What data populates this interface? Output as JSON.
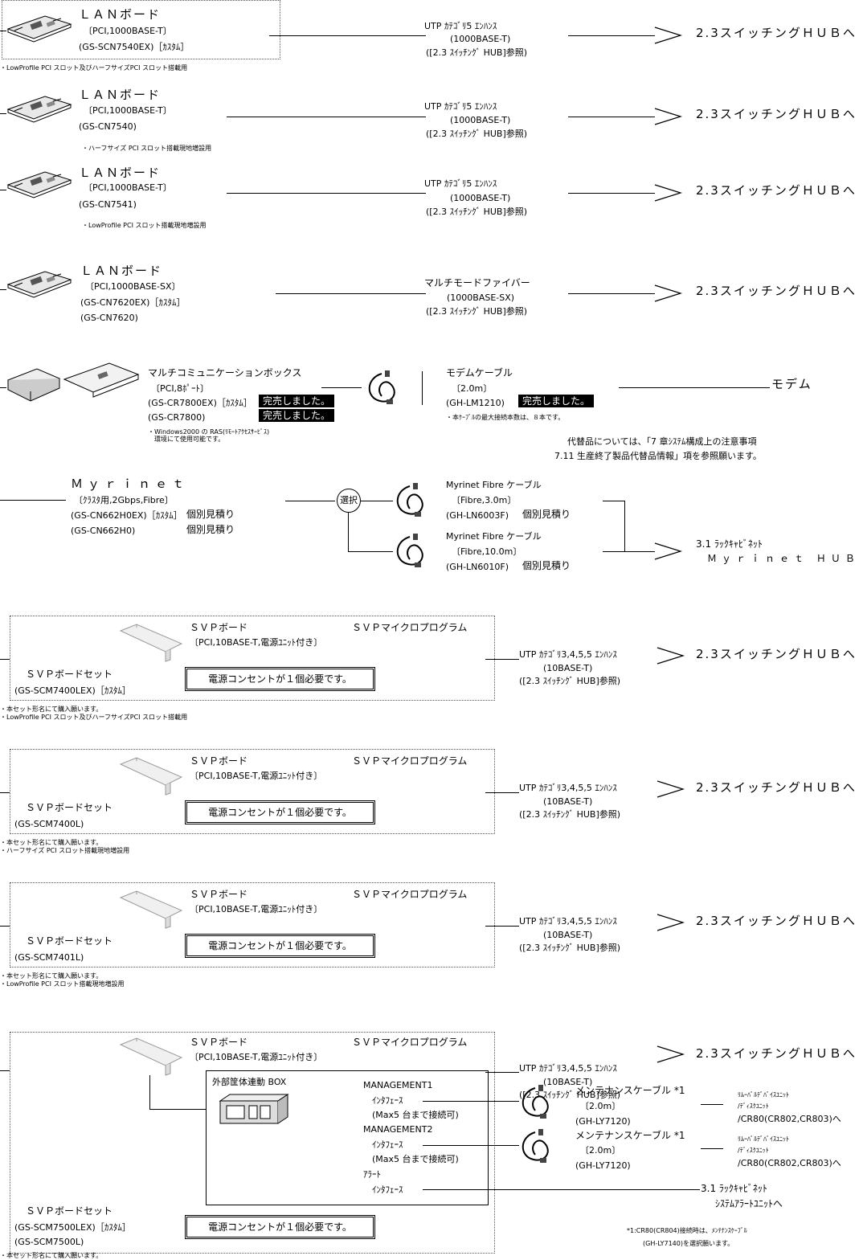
{
  "lan1": {
    "name": "ＬＡＮボード",
    "spec": "〔PCI,1000BASE-T〕",
    "model": "(GS-SCN7540EX)［ｶｽﾀﾑ］",
    "note": "・LowProfile PCI スロット及びハーフサイズPCI スロット搭載用"
  },
  "lan2": {
    "name": "ＬＡＮボード",
    "spec": "〔PCI,1000BASE-T〕",
    "model": "(GS-CN7540)",
    "note": "・ハーフサイズ PCI スロット搭載現地増設用"
  },
  "lan3": {
    "name": "ＬＡＮボード",
    "spec": "〔PCI,1000BASE-T〕",
    "model": "(GS-CN7541)",
    "note": "・LowProfile PCI スロット搭載現地増設用"
  },
  "lan4": {
    "name": "ＬＡＮボード",
    "spec": "〔PCI,1000BASE-SX〕",
    "model1": "(GS-CN7620EX)［ｶｽﾀﾑ］",
    "model2": "(GS-CN7620)"
  },
  "utp5": {
    "l1": "UTP ｶﾃｺﾞﾘ5 ｴﾝﾊﾝｽ",
    "l2": "(1000BASE-T)",
    "l3": "([2.3 ｽｲｯﾁﾝｸﾞ HUB]参照)"
  },
  "fiber": {
    "l1": "マルチモードファイバー",
    "l2": "(1000BASE-SX)",
    "l3": "([2.3 ｽｲｯﾁﾝｸﾞ HUB]参照)"
  },
  "hub": "2.3スイッチングＨＵＢへ",
  "mcb": {
    "name": "マルチコミュニケーションボックス",
    "spec": "〔PCI,8ﾎﾟｰﾄ〕",
    "model1": "(GS-CR7800EX)［ｶｽﾀﾑ］",
    "model2": "(GS-CR7800)",
    "sold": "完売しました。",
    "note1": "・Windows2000 の RAS(ﾘﾓｰﾄｱｸｾｽｻｰﾋﾞｽ)",
    "note2": "環境にて使用可能です。"
  },
  "modem": {
    "cable": "モデムケーブル",
    "len": "〔2.0m〕",
    "model": "(GH-LM1210)",
    "sold": "完売しました。",
    "note": "・本ｹｰﾌﾞﾙの最大接続本数は、８本です。",
    "dest": "モデム"
  },
  "replace": {
    "l1": "代替品については、「7 章ｼｽﾃﾑ構成上の注意事項",
    "l2": "7.11 生産終了製品代替品情報」項を参照願います。"
  },
  "myri": {
    "name": "Ｍｙｒｉｎｅｔ",
    "spec": "〔ｸﾗｽﾀ用,2Gbps,Fibre〕",
    "model1": "(GS-CN662H0EX)［ｶｽﾀﾑ］",
    "model2": "(GS-CN662H0)",
    "quote": "個別見積り",
    "select": "選択",
    "c1": {
      "name": "Myrinet Fibre ケーブル",
      "len": "〔Fibre,3.0m〕",
      "model": "(GH-LN6003F)"
    },
    "c2": {
      "name": "Myrinet Fibre ケーブル",
      "len": "〔Fibre,10.0m〕",
      "model": "(GH-LN6010F)"
    },
    "dest1": "3.1 ﾗｯｸｷｬﾋﾞﾈｯﾄ",
    "dest2": "Ｍｙｒｉｎｅｔ ＨＵＢへ"
  },
  "svp": {
    "board": "ＳＶＰボード",
    "spec": "〔PCI,10BASE-T,電源ﾕﾆｯﾄ付き〕",
    "micro": "ＳＶＰマイクロプログラム",
    "power": "電源コンセントが１個必要です。",
    "set": "ＳＶＰボードセット",
    "cable1": "UTP ｶﾃｺﾞﾘ3,4,5,5 ｴﾝﾊﾝｽ",
    "cable2": "(10BASE-T)",
    "cable3": "([2.3 ｽｲｯﾁﾝｸﾞ HUB]参照)",
    "buy": "・本セット形名にて購入願います。"
  },
  "svp1": {
    "model": "(GS-SCM7400LEX)［ｶｽﾀﾑ］",
    "note": "・LowProfile PCI スロット及びハーフサイズPCI スロット搭載用"
  },
  "svp2": {
    "model": "(GS-SCM7400L)",
    "note": "・ハーフサイズ PCI スロット搭載現地増設用"
  },
  "svp3": {
    "model": "(GS-SCM7401L)",
    "note": "・LowProfile PCI スロット搭載現地増設用"
  },
  "svp4": {
    "model1": "(GS-SCM7500LEX)［ｶｽﾀﾑ］",
    "model2": "(GS-SCM7500L)",
    "box": "外部筐体連動 BOX",
    "mg1": "MANAGEMENT1",
    "mg2": "MANAGEMENT2",
    "if": "ｲﾝﾀﾌｪｰｽ",
    "max": "(Max5 台まで接続可)",
    "alert": "ｱﾗｰﾄ",
    "mc": "メンテナンスケーブル *1",
    "mclen": "〔2.0m〕",
    "mcmodel": "(GH-LY7120)",
    "rd1": "ﾘﾑｰﾊﾞﾙﾃﾞﾊﾞｲｽﾕﾆｯﾄ",
    "rd2": "/ﾃﾞｨｽｸﾕﾆｯﾄ",
    "rd3": "/CR80(CR802,CR803)へ",
    "al1": "3.1 ﾗｯｸｷｬﾋﾞﾈｯﾄ",
    "al2": "ｼｽﾃﾑｱﾗｰﾄﾕﾆｯﾄへ",
    "fn1": "*1:CR80(CR804)接続時は、ﾒﾝﾃﾅﾝｽｹｰﾌﾞﾙ",
    "fn2": "(GH-LY7140)を選択願います。"
  }
}
